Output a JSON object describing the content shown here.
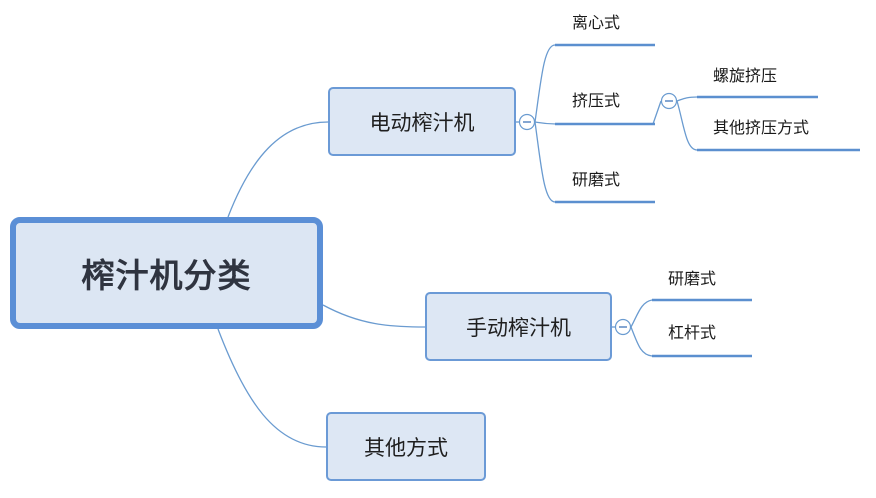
{
  "root": {
    "label": "榨汁机分类"
  },
  "branches": {
    "electric": {
      "label": "电动榨汁机",
      "children": {
        "centrifugal": "离心式",
        "press": {
          "label": "挤压式",
          "children": {
            "screw": "螺旋挤压",
            "other_press": "其他挤压方式"
          }
        },
        "grind": "研磨式"
      }
    },
    "manual": {
      "label": "手动榨汁机",
      "children": {
        "grind": "研磨式",
        "lever": "杠杆式"
      }
    },
    "other": {
      "label": "其他方式"
    }
  },
  "colors": {
    "node_fill": "#dde7f4",
    "node_border": "#6b9ad6",
    "connector": "#6a9bd0",
    "underline": "#5b8fcf"
  }
}
